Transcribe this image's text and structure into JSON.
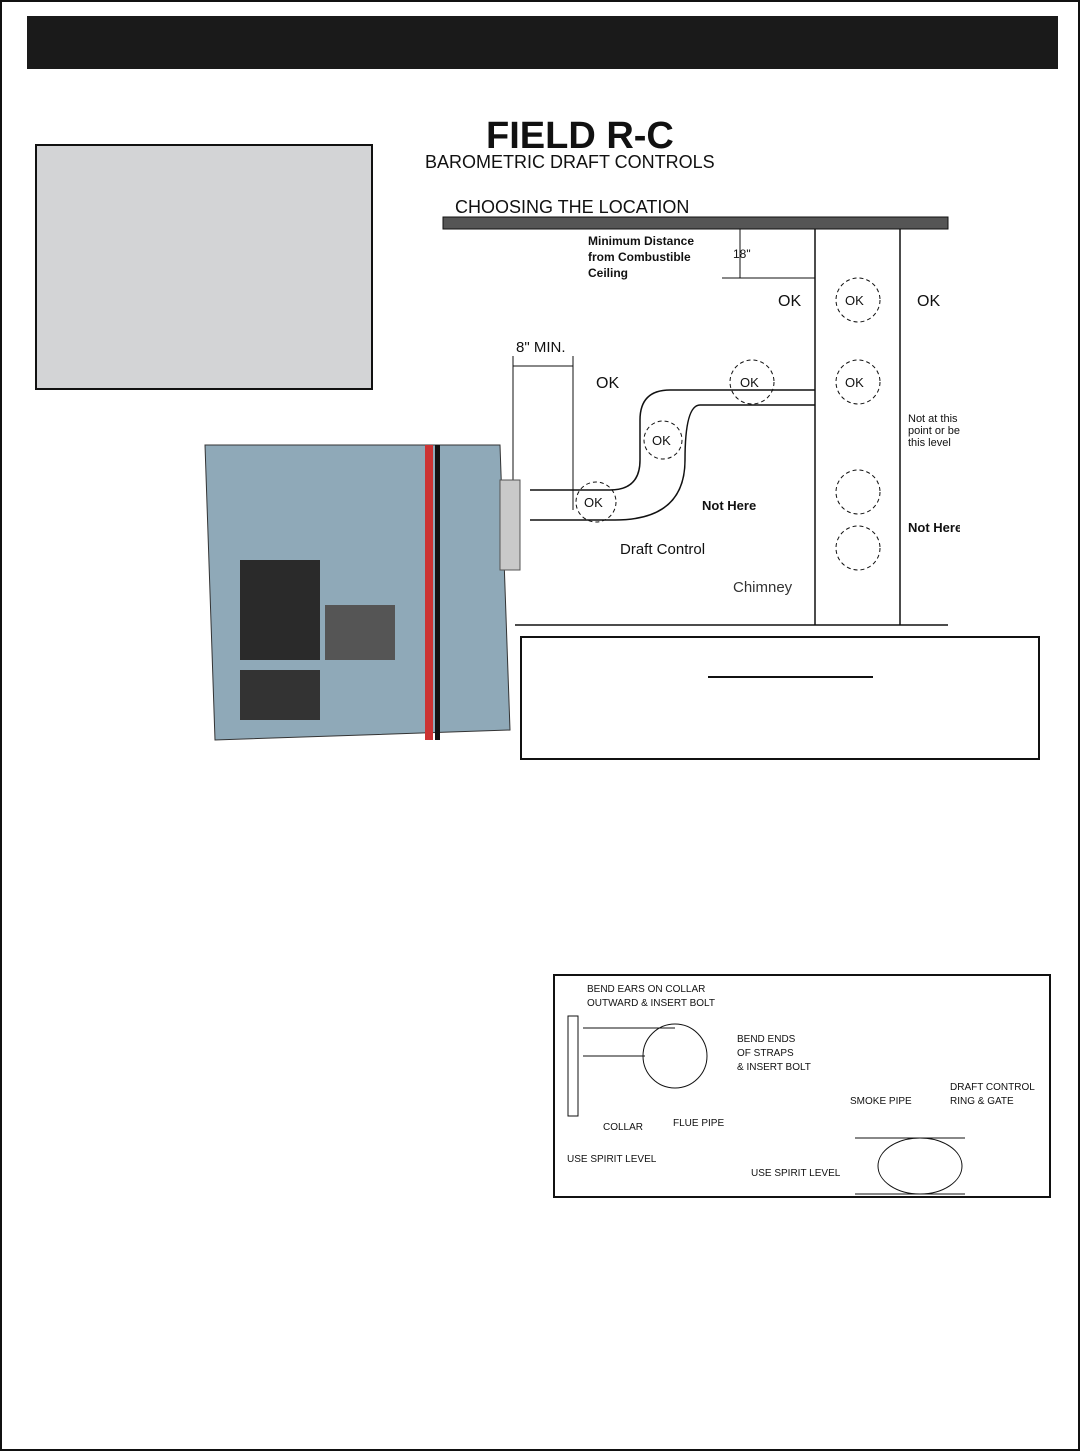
{
  "header": {
    "color": "#1a1a1a"
  },
  "info_box": {
    "color": "#d3d4d6"
  },
  "diagram": {
    "title": "FIELD R-C",
    "subtitle": "BAROMETRIC DRAFT CONTROLS",
    "section": "CHOOSING THE LOCATION",
    "ceiling_label_1": "Minimum Distance",
    "ceiling_label_2": "from Combustible",
    "ceiling_label_3": "Ceiling",
    "distance_18": "18\"",
    "min_8": "8\" MIN.",
    "ok": "OK",
    "not_here": "Not Here",
    "draft_control": "Draft Control",
    "chimney": "Chimney",
    "not_at_point_1": "Not at this",
    "not_at_point_2": "point or below",
    "not_at_point_3": "this level"
  },
  "install": {
    "bend_ears_1": "BEND EARS ON COLLAR",
    "bend_ears_2": "OUTWARD & INSERT BOLT",
    "bend_ends_1": "BEND ENDS",
    "bend_ends_2": "OF STRAPS",
    "bend_ends_3": "& INSERT BOLT",
    "collar": "COLLAR",
    "flue_pipe": "FLUE PIPE",
    "spirit_level_1": "USE SPIRIT LEVEL",
    "smoke_pipe": "SMOKE PIPE",
    "draft_ring_1": "DRAFT CONTROL",
    "draft_ring_2": "RING & GATE",
    "spirit_level_2": "USE SPIRIT LEVEL"
  }
}
